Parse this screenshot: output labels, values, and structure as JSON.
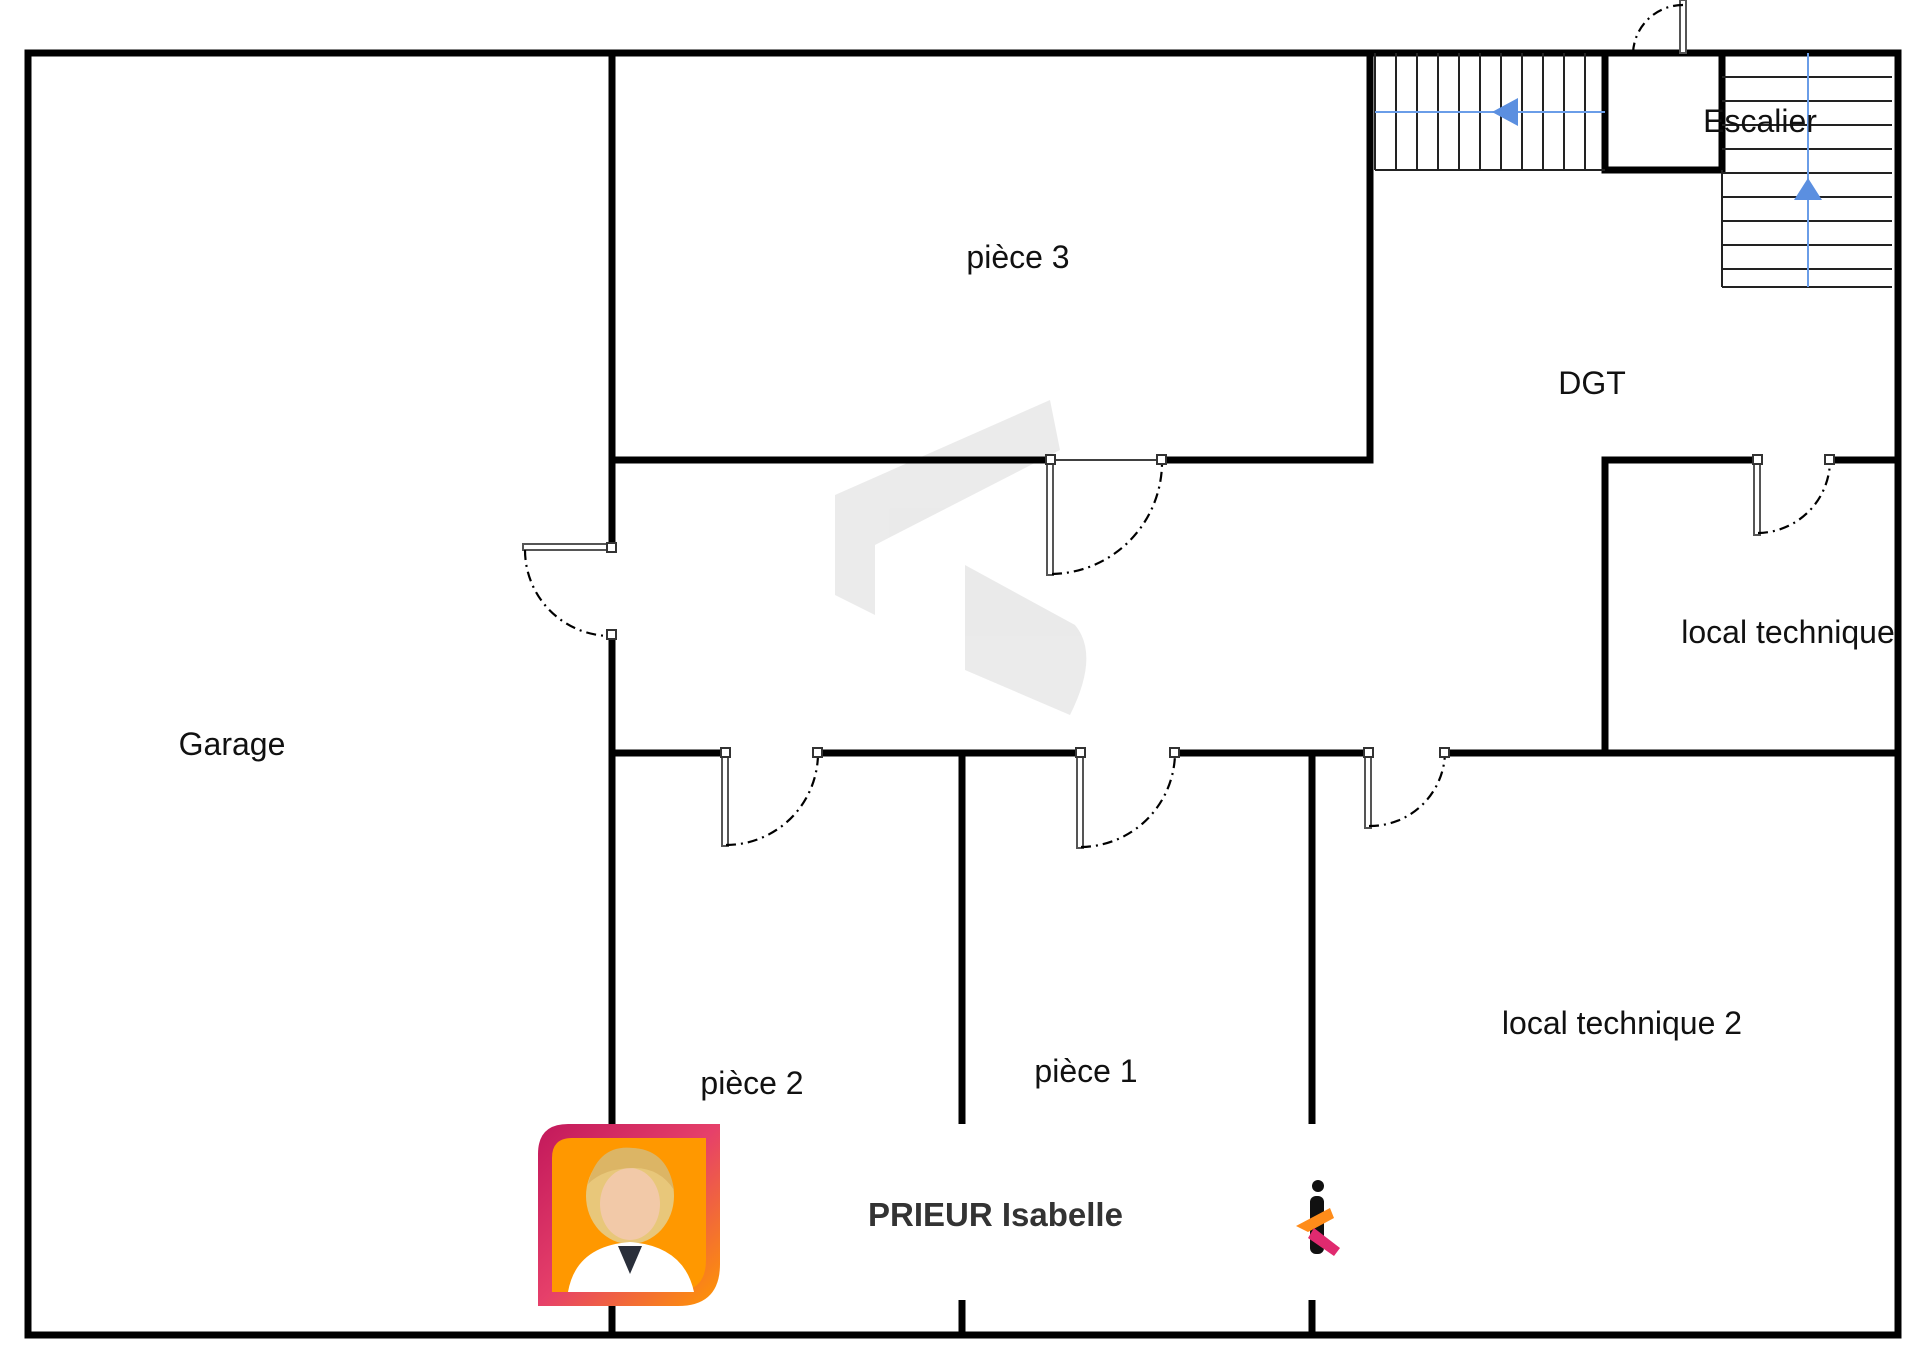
{
  "rooms": {
    "garage": "Garage",
    "piece3": "pièce 3",
    "piece2": "pièce 2",
    "piece1": "pièce 1",
    "dgt": "DGT",
    "escalier": "Escalier",
    "local_technique": "local technique",
    "local_technique_2": "local technique 2"
  },
  "agent": {
    "name": "PRIEUR Isabelle",
    "photo_icon": "agent-portrait",
    "logo_icon": "brand-k-logo"
  },
  "colors": {
    "wall": "#000000",
    "arrow": "#5b8fe0",
    "badge_orange": "#ff9800",
    "badge_magenta": "#c2185b"
  }
}
